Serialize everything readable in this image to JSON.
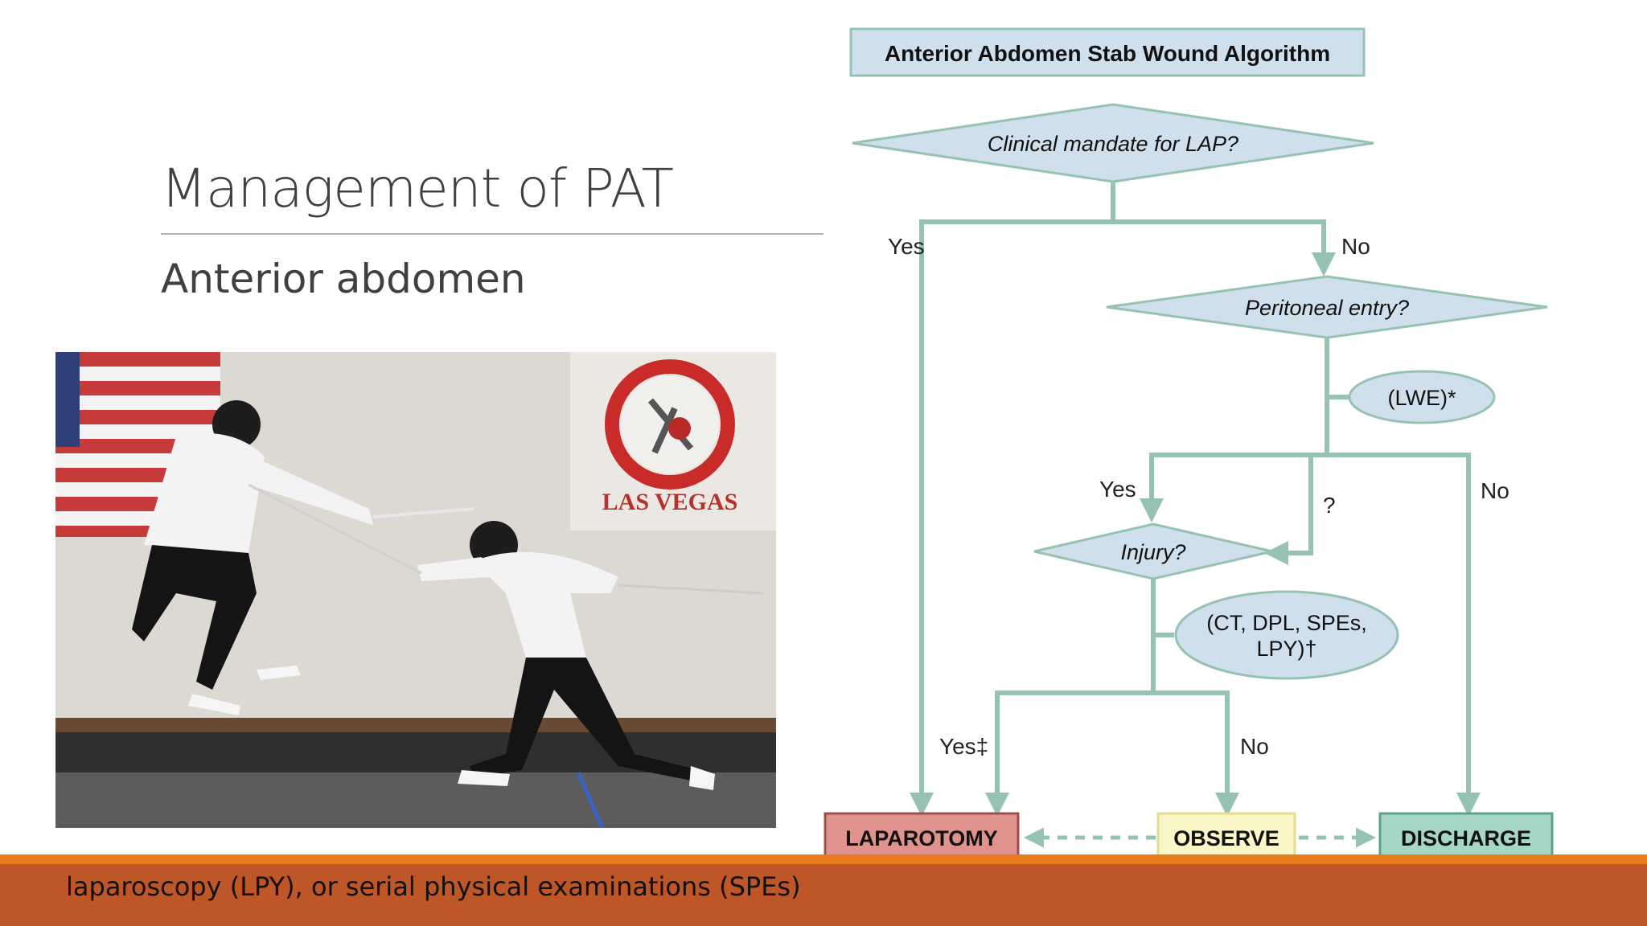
{
  "slide": {
    "title": "Management of PAT",
    "subtitle": "Anterior abdomen",
    "footer_text": "laparoscopy (LPY), or serial physical examinations (SPEs)"
  },
  "photo": {
    "banner_text": "LAS VEGAS"
  },
  "flowchart": {
    "title": "Anterior Abdomen Stab Wound Algorithm",
    "decision_clinical": "Clinical mandate for LAP?",
    "decision_peritoneal": "Peritoneal entry?",
    "decision_injury": "Injury?",
    "note_lwe": "(LWE)*",
    "note_tests_line1": "(CT, DPL, SPEs,",
    "note_tests_line2": "LPY)†",
    "label_yes_1": "Yes",
    "label_no_1": "No",
    "label_yes_2": "Yes",
    "label_question": "?",
    "label_no_2": "No",
    "label_yes_3": "Yes‡",
    "label_no_3": "No",
    "outcome_laparotomy": "LAPAROTOMY",
    "outcome_observe": "OBSERVE",
    "outcome_discharge": "DISCHARGE"
  },
  "colors": {
    "line": "#96c2b4",
    "box_fill": "#cfe0ec",
    "laparotomy_fill": "#e0928c",
    "observe_fill": "#fbf6c8",
    "discharge_fill": "#a6d7c5",
    "footer": "#bf5628",
    "footer_stripe": "#e87b1c"
  }
}
